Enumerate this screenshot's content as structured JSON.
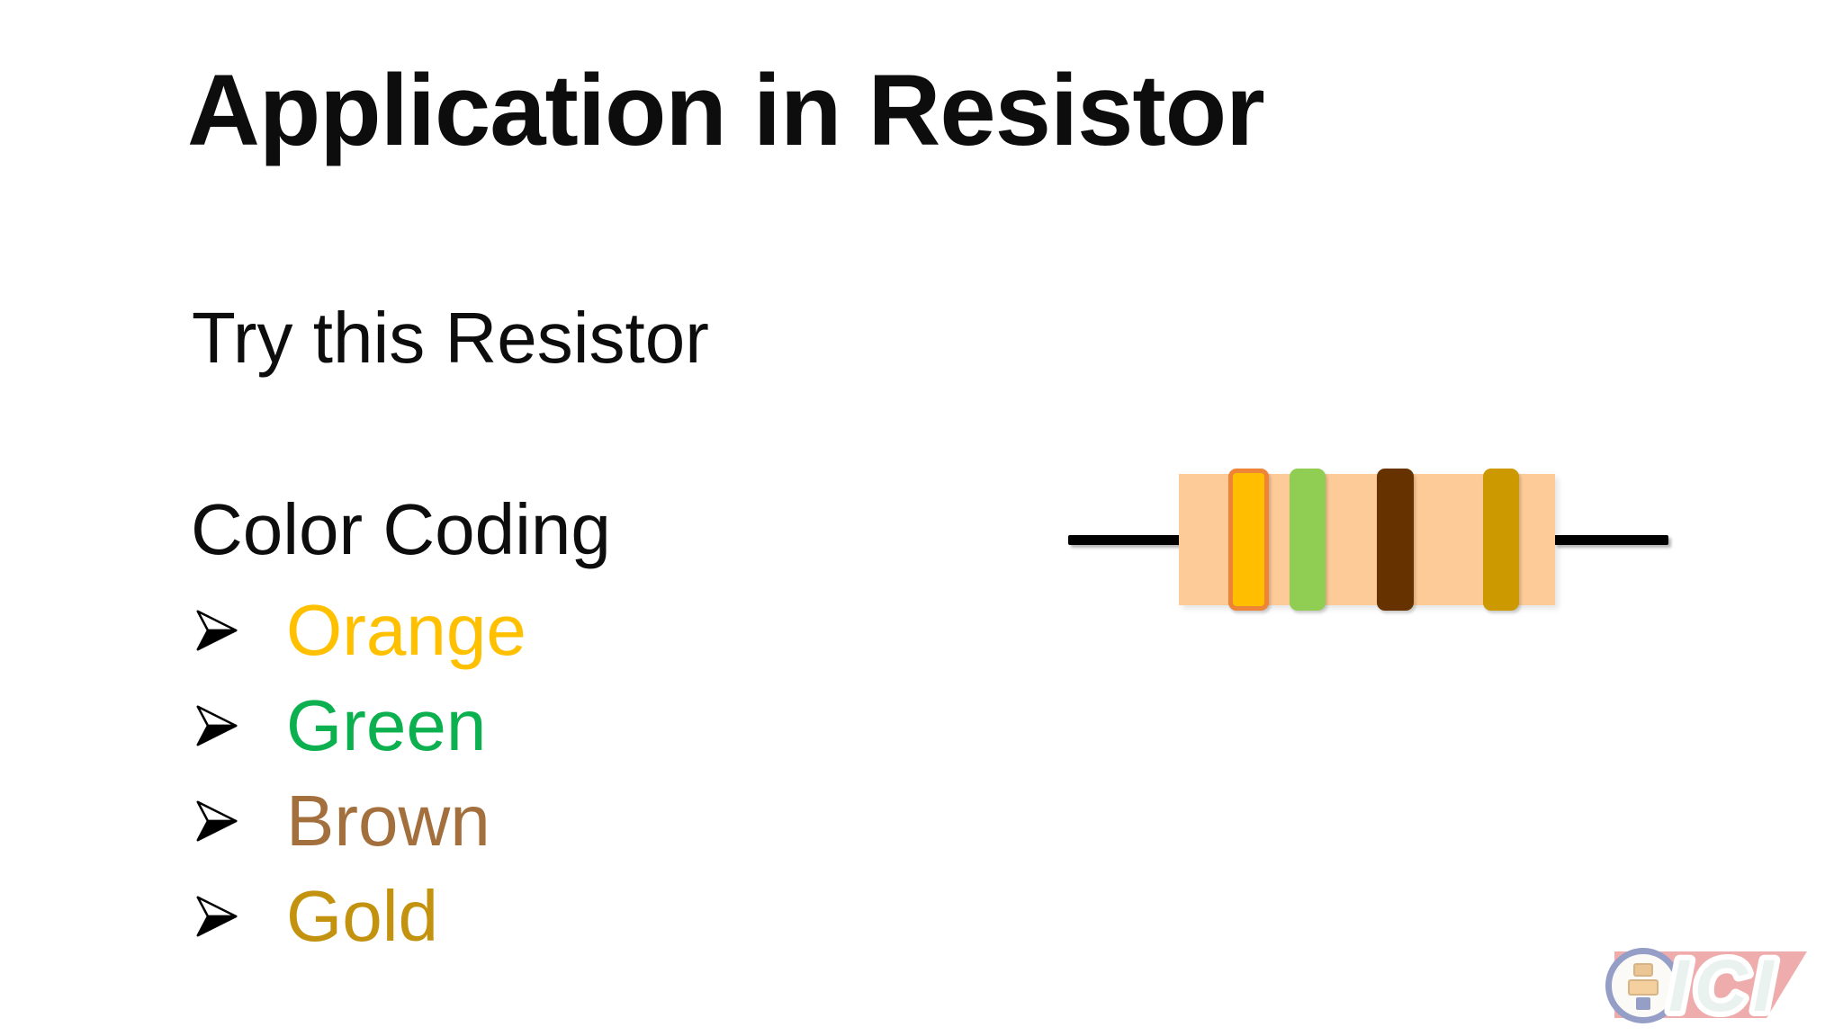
{
  "slide": {
    "title": "Application in Resistor",
    "subtitle": "Try this Resistor",
    "list": {
      "heading": "Color Coding",
      "items": [
        {
          "label": "Orange",
          "color": "#FFC000"
        },
        {
          "label": "Green",
          "color": "#0CB04E"
        },
        {
          "label": "Brown",
          "color": "#A26F3D"
        },
        {
          "label": "Gold",
          "color": "#C3920E"
        }
      ]
    }
  },
  "resistor": {
    "body_color": "#FDCB97",
    "lead_color": "#000000",
    "bands": [
      {
        "name": "orange",
        "fill": "#FFBE00",
        "border": "#EE8435"
      },
      {
        "name": "green",
        "fill": "#8FCE52"
      },
      {
        "name": "brown",
        "fill": "#663300"
      },
      {
        "name": "gold",
        "fill": "#CC9900"
      }
    ]
  },
  "logo": {
    "text": "ICI",
    "band_color": "#E05C5C",
    "letter_fill": "#D6E7E0"
  }
}
